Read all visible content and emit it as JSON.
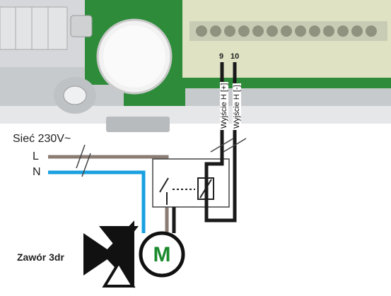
{
  "labels": {
    "mains": "Sieć 230V~",
    "line_L": "L",
    "line_N": "N",
    "terminal_9": "9",
    "terminal_10": "10",
    "output_plus": "Wyjście H [+]",
    "output_minus": "Wyjście H [-]",
    "valve": "Zawór 3dr",
    "motor": "M"
  },
  "colors": {
    "wire_L": "#8a7b73",
    "wire_N": "#1aa0e0",
    "wire_output": "#1a1a1a",
    "pcb": "#2e8b3a",
    "housing": "#d5d7da",
    "motor_letter": "#1b8a2e",
    "terminal_block": "#dfe3c4"
  }
}
